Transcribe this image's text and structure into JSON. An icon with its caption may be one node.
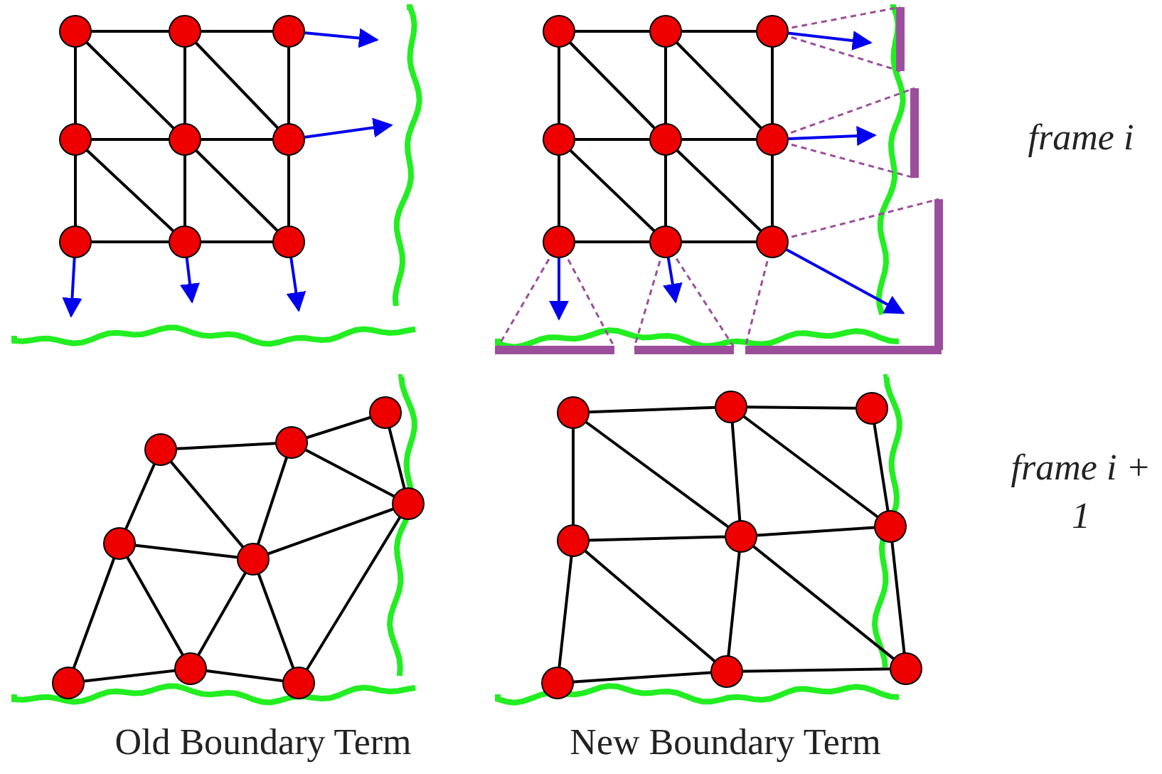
{
  "diagram": {
    "labels": [
      "frame i",
      "frame i + 1",
      "Old Boundary Term",
      "New Boundary Term"
    ]
  }
}
